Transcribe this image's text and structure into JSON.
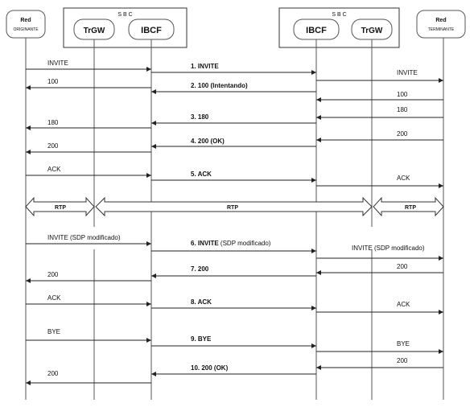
{
  "sbc_left": {
    "title": "S B C",
    "trgw": "TrGW",
    "ibcf": "IBCF"
  },
  "sbc_right": {
    "title": "S B C",
    "ibcf": "IBCF",
    "trgw": "TrGW"
  },
  "red_originante": {
    "line1": "Red",
    "line2": "ORIGINANTE"
  },
  "red_terminante": {
    "line1": "Red",
    "line2": "TERMINANTE"
  },
  "messages": {
    "invite_orig": "INVITE",
    "invite_1": "1. INVITE",
    "invite_term": "INVITE",
    "m100_orig": "100",
    "m100_2": "2. 100 (Intentando)",
    "m100_term": "100",
    "m180_term": "180",
    "m180_3": "3. 180",
    "m180_orig": "180",
    "m200_term": "200",
    "m200_4": "4. 200 (OK)",
    "m200_orig": "200",
    "ack_orig": "ACK",
    "ack_5": "5. ACK",
    "ack_term": "ACK",
    "rtp_left": "RTP",
    "rtp_mid": "RTP",
    "rtp_right": "RTP",
    "reinvite_orig": "INVITE (SDP modificado)",
    "reinvite_6_num": "6. INVITE",
    "reinvite_6_sdp": "(SDP modificado)",
    "reinvite_term": "INVITE (SDP modificado)",
    "re200_term": "200",
    "re200_7": "7. 200",
    "re200_orig": "200",
    "ack2_orig": "ACK",
    "ack2_8": "8. ACK",
    "ack2_term": "ACK",
    "bye_orig": "BYE",
    "bye_9": "9. BYE",
    "bye_term": "BYE",
    "bye200_term": "200",
    "bye200_10": "10. 200 (OK)",
    "bye200_orig": "200"
  }
}
